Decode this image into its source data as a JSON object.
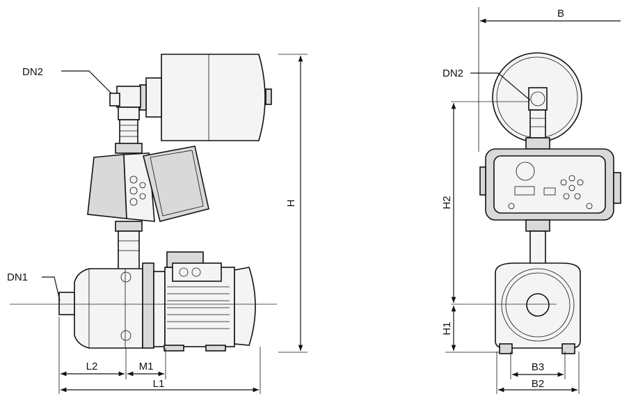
{
  "labels": {
    "dn2_side": "DN2",
    "dn1": "DN1",
    "h": "H",
    "l2": "L2",
    "m1": "M1",
    "l1": "L1",
    "b": "B",
    "dn2_front": "DN2",
    "h2": "H2",
    "h1": "H1",
    "b3": "B3",
    "b2": "B2"
  }
}
